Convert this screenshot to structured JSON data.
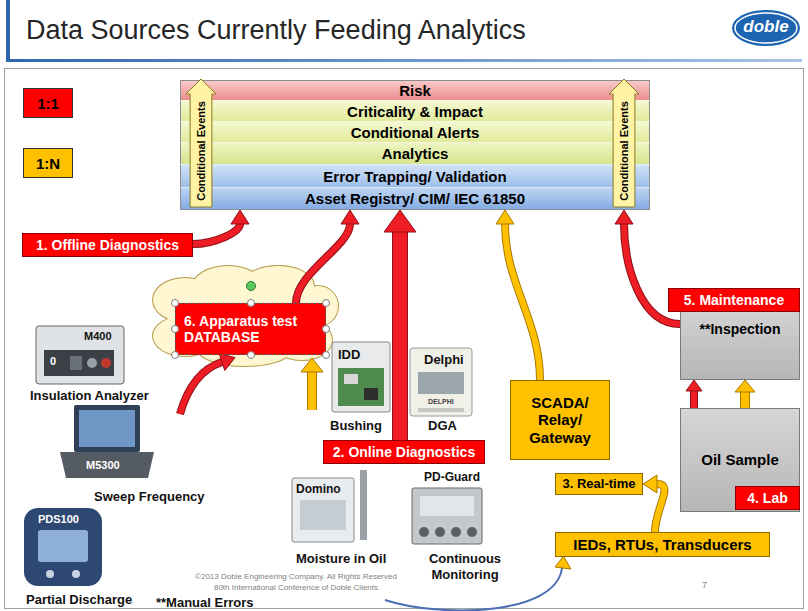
{
  "diagram": {
    "title": "Data Sources Currently Feeding Analytics",
    "nodes": [
      {
        "text": [
          "Risk"
        ]
      },
      {
        "text": [
          "Criticality & Impact"
        ]
      },
      {
        "text": [
          "Conditional Alerts"
        ]
      },
      {
        "text": [
          "Analytics"
        ]
      },
      {
        "text": [
          "Error Trapping/ Validation"
        ]
      },
      {
        "text": [
          "Asset Registry/ CIM/ IEC 61850"
        ]
      },
      {
        "text": [
          "Conditional Events"
        ]
      },
      {
        "text": [
          "Conditional Events"
        ]
      },
      {
        "text": [
          "1. Offline Diagnostics"
        ]
      },
      {
        "text": [
          "6. Apparatus test DATABASE"
        ]
      },
      {
        "text": [
          "2. Online Diagnostics"
        ]
      },
      {
        "text": [
          "SCADA/ Relay/ Gateway"
        ]
      },
      {
        "text": [
          "3. Real-time"
        ]
      },
      {
        "text": [
          "IEDs, RTUs, Transducers"
        ]
      },
      {
        "text": [
          "5. Maintenance"
        ]
      },
      {
        "text": [
          "**Inspection"
        ]
      },
      {
        "text": [
          "Oil Sample"
        ]
      },
      {
        "text": [
          "4. Lab"
        ]
      }
    ],
    "edges": [
      {
        "from": 8,
        "to": 5,
        "arrow": "to"
      },
      {
        "from": 9,
        "to": 5,
        "arrow": "to"
      },
      {
        "from": 10,
        "to": 5,
        "arrow": "to"
      },
      {
        "from": 11,
        "to": 5,
        "arrow": "to"
      },
      {
        "from": 13,
        "to": 12,
        "arrow": "to"
      },
      {
        "from": 15,
        "to": 5,
        "arrow": "to"
      },
      {
        "from": 16,
        "to": 15,
        "arrow": "to"
      },
      {
        "from": 16,
        "to": 15,
        "arrow": "to"
      }
    ],
    "labels": [
      "doble",
      "M400",
      "0",
      "Insulation Analyzer",
      "M5300",
      "Sweep Frequency",
      "PDS100",
      "Partial Discharge",
      "IDD",
      "Bushing",
      "Delphi",
      "DGA",
      "Domino",
      "Moisture in Oil",
      "PD-Guard",
      "Continuous Monitoring",
      "**Manual Errors",
      "©2013 Doble Engineering Company. All Rights Reserved",
      "80th International Conference of Doble Clients",
      "7",
      "DELPHI"
    ],
    "legend": [
      {
        "text": "1:1",
        "color": "#ff0000"
      },
      {
        "text": "1:N",
        "color": "#ffc000"
      }
    ]
  }
}
